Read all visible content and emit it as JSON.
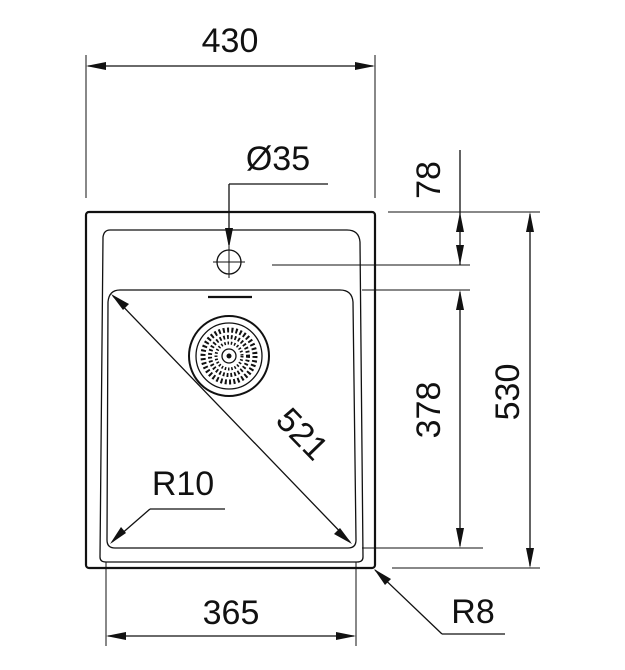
{
  "dimensions": {
    "overall_width": "430",
    "drain_diameter": "Ø35",
    "tap_offset": "78",
    "overall_depth": "530",
    "bowl_depth": "378",
    "bowl_diagonal": "521",
    "inner_radius": "R10",
    "bowl_width": "365",
    "outer_radius": "R8"
  },
  "icons": {
    "tap_hole": "crosshair-circle-icon",
    "drain": "strainer-waste-icon"
  },
  "colors": {
    "line": "#111111",
    "background": "#ffffff"
  }
}
